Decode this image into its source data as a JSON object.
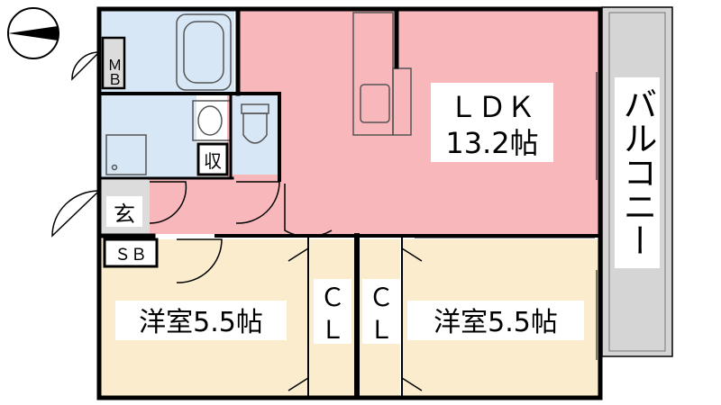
{
  "floorplan": {
    "rooms": {
      "ldk": {
        "name": "ＬＤＫ",
        "size": "13.2帖"
      },
      "western_left": {
        "label": "洋室5.5帖"
      },
      "western_right": {
        "label": "洋室5.5帖"
      },
      "balcony": {
        "label": "バルコニー"
      },
      "entrance": {
        "label": "玄"
      },
      "storage": {
        "label": "収"
      },
      "shoe_box": {
        "label": "ＳＢ"
      },
      "meter_box": {
        "label": "ＭＢ"
      },
      "closet_left": {
        "label_top": "Ｃ",
        "label_bottom": "Ｌ"
      },
      "closet_right": {
        "label_top": "Ｃ",
        "label_bottom": "Ｌ"
      }
    },
    "colors": {
      "ldk": "#f7b7bb",
      "hall": "#f7b7bb",
      "western": "#fbeccd",
      "wet": "#d7e7f6",
      "balcony": "#d5d5d5",
      "wall": "#000000"
    }
  }
}
